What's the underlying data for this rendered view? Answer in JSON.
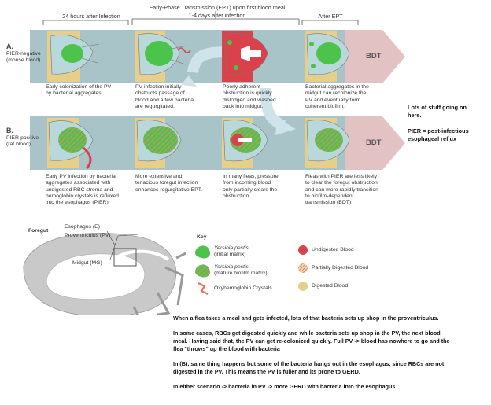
{
  "header": {
    "col1": "24 hours after Infection",
    "col2_line1": "Early-Phase Transmission (EPT) upon first blood meal",
    "col2_line2": "1-4 days after infection",
    "col3": "After EPT"
  },
  "row_a": {
    "letter": "A.",
    "line1": "PIER-negative",
    "line2": "(mouse blood)",
    "terminal": "BDT",
    "captions": [
      [
        "Early colonization of the PV",
        "by bacterial aggregates."
      ],
      [
        "PV infection initially",
        "obstructs passage of",
        "blood and a few bacteria",
        "are regurgitated."
      ],
      [
        "Poorly adherent",
        "obstruction is quickly",
        "dislodged and washed",
        "back into midgut."
      ],
      [
        "Bacterial aggregates in the",
        "midgut can recolonize the",
        "PV and eventually form",
        "coherent biofilm."
      ]
    ]
  },
  "row_b": {
    "letter": "B.",
    "line1": "PIER-positive",
    "line2": "(rat blood)",
    "terminal": "BDT",
    "captions": [
      [
        "Early PV infection by bacterial",
        "aggregates associated with",
        "undigested RBC stroma and",
        "hemoglobin crystals is refluxed",
        "into the esophagus (PIER)"
      ],
      [
        "More extensive and",
        "tenacious foregut infection",
        "enhances regurgitative EPT."
      ],
      [
        "In many fleas, pressure",
        "from incoming blood",
        "only partially clears the",
        "obstruction."
      ],
      [
        "Fleas with PIER are less likely",
        "to clear the foregut obstruction",
        "and can more rapidly transition",
        "to biofilm-dependent",
        "transmission (BDT)"
      ]
    ]
  },
  "side_notes": {
    "line1": "Lots of stuff going on",
    "line2": "here.",
    "line3": "PIER = post-infectious",
    "line4": "esophageal reflux"
  },
  "anatomy": {
    "foregut": "Foregut",
    "esophagus": "Esophagus (E)",
    "proventriculus": "Proventriculus (PV)",
    "midgut": "Midgut (MG)"
  },
  "key": {
    "title": "Key",
    "items": [
      {
        "species": "Yersinia pestis",
        "detail": "(initial matrix)",
        "color": "#4cc34a"
      },
      {
        "species": "Yersinia pestis",
        "detail": "(mature biofilm matrix)",
        "color": "#2e9a3a"
      },
      {
        "label": "Oxyhemoglobin Crystals",
        "color": "#e07060"
      },
      {
        "label": "Undigested Blood",
        "color": "#d9424a"
      },
      {
        "label": "Partially Digested Blood",
        "color": "#e8a070"
      },
      {
        "label": "Digested Blood",
        "color": "#e6cf8a"
      }
    ]
  },
  "explanation": [
    "When a flea takes a meal and gets infected, lots of that bacteria sets up shop in the proventriculus.",
    "In some cases, RBCs get digested quickly and while bacteria sets up shop in the PV, the next blood",
    "meal. Having said that, the PV can get re-colonized quickly. Full PV -> blood has nowhere to go and the",
    "flea \"throws\" up the blood with bacteria",
    "In (B), same thing happens but some of the bacteria hangs out in the esophagus, since RBCs are not",
    "digested in the PV. This means the PV is fuller and its prone to GERD.",
    "In either scenario -> bacteria in PV -> more GERD with bacteria into the esophagus"
  ],
  "colors": {
    "band": "#a9c4c9",
    "band_arrow": "#e2c2c2",
    "bacteria": "#4cc34a",
    "blood": "#d9424a",
    "digested": "#e6cf8a",
    "cycle_arrow": "#cfe3ea"
  }
}
